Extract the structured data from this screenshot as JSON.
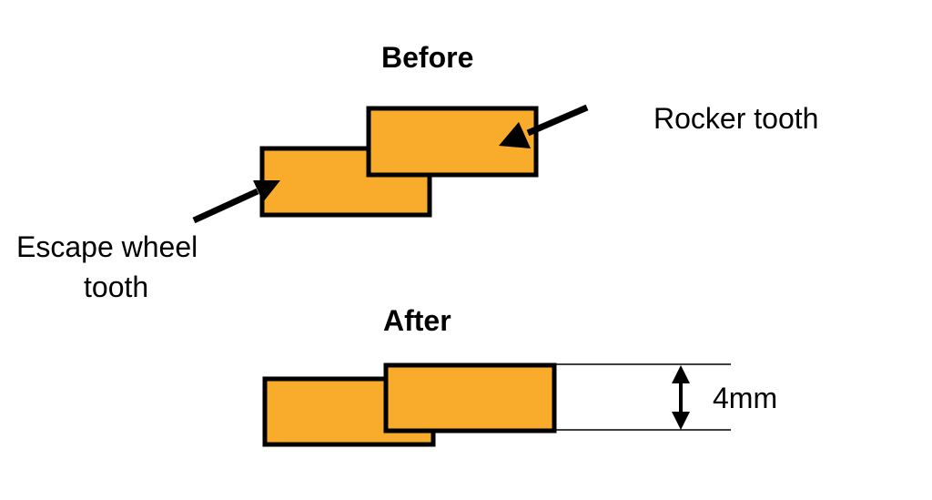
{
  "diagram": {
    "before_title": "Before",
    "after_title": "After",
    "rocker_label": "Rocker tooth",
    "escape_label_line1": "Escape wheel",
    "escape_label_line2": "tooth",
    "dimension_label": "4mm",
    "colors": {
      "tooth_fill": "#F9AB2B",
      "outline": "#000000",
      "background": "#FFFFFF"
    }
  }
}
